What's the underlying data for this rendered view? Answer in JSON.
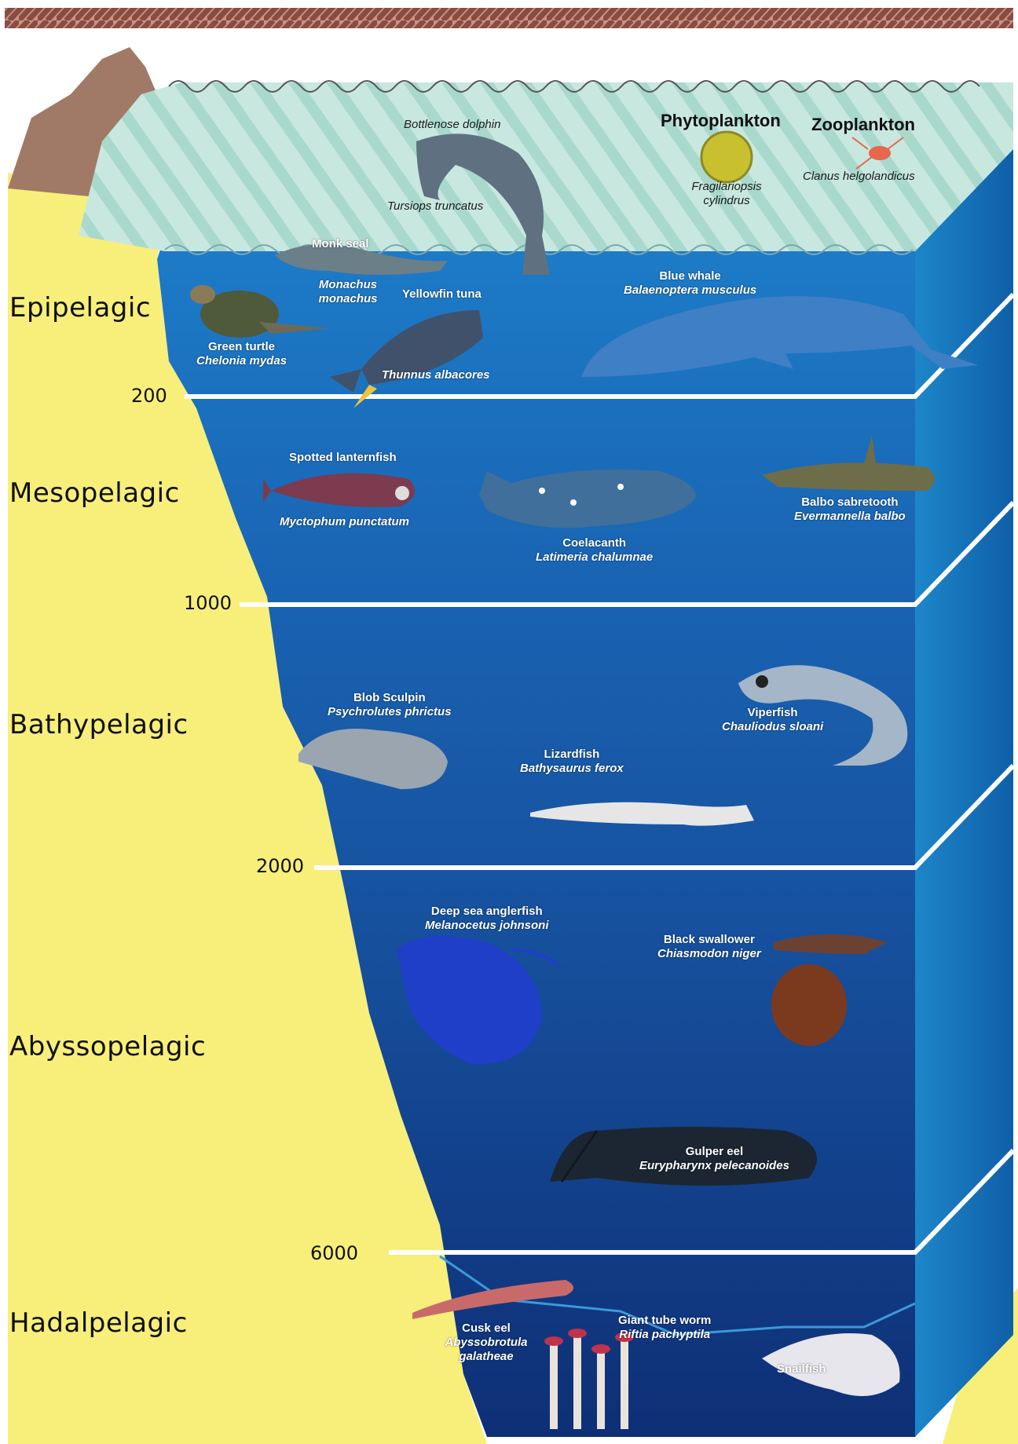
{
  "zones": [
    {
      "name": "Epipelagic"
    },
    {
      "name": "Mesopelagic"
    },
    {
      "name": "Bathypelagic"
    },
    {
      "name": "Abyssopelagic"
    },
    {
      "name": "Hadalpelagic"
    }
  ],
  "depths": [
    "200",
    "1000",
    "2000",
    "6000"
  ],
  "groups": {
    "phyto": "Phytoplankton",
    "zoo": "Zooplankton"
  },
  "organisms": {
    "dolphin": {
      "common": "Bottlenose dolphin",
      "sci": "Tursiops truncatus"
    },
    "phyto": {
      "common": "",
      "sci": "Fragilariopsis cylindrus"
    },
    "zoo": {
      "common": "",
      "sci": "Clanus helgolandicus"
    },
    "seal": {
      "common": "Monk seal",
      "sci": "Monachus monachus"
    },
    "tuna": {
      "common": "Yellowfin tuna",
      "sci": "Thunnus albacores"
    },
    "turtle": {
      "common": "Green turtle",
      "sci": "Chelonia mydas"
    },
    "whale": {
      "common": "Blue whale",
      "sci": "Balaenoptera musculus"
    },
    "lantern": {
      "common": "Spotted lanternfish",
      "sci": "Myctophum punctatum"
    },
    "coel": {
      "common": "Coelacanth",
      "sci": "Latimeria chalumnae"
    },
    "balbo": {
      "common": "Balbo sabretooth",
      "sci": "Evermannella balbo"
    },
    "blob": {
      "common": "Blob Sculpin",
      "sci": "Psychrolutes phrictus"
    },
    "viper": {
      "common": "Viperfish",
      "sci": "Chauliodus sloani"
    },
    "lizard": {
      "common": "Lizardfish",
      "sci": "Bathysaurus ferox"
    },
    "angler": {
      "common": "Deep sea anglerfish",
      "sci": "Melanocetus johnsoni"
    },
    "swallower": {
      "common": "Black swallower",
      "sci": "Chiasmodon niger"
    },
    "gulper": {
      "common": "Gulper eel",
      "sci": "Eurypharynx pelecanoides"
    },
    "cusk": {
      "common": "Cusk eel",
      "sci": "Abyssobrotula galatheae"
    },
    "tubeworm": {
      "common": "Giant tube worm",
      "sci": "Riftia pachyptila"
    },
    "snail": {
      "common": "Snailfish",
      "sci": ""
    }
  },
  "colors": {
    "sand": "#f7ef7a",
    "surface": "#bfe3da",
    "epi": "#1f73c0",
    "meso": "#1a62b0",
    "bathy": "#17519e",
    "abysso": "#123f8f",
    "hadal": "#0f347c",
    "rope": "#a8685a"
  }
}
